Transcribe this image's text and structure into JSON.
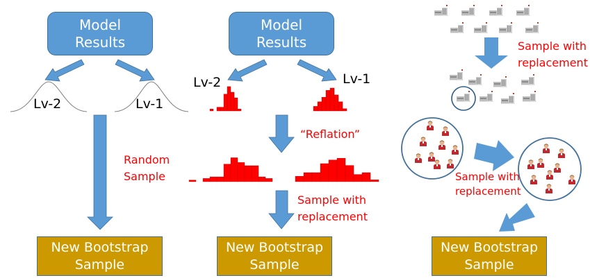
{
  "panels": {
    "left": {
      "model_box": {
        "line1": "Model",
        "line2": "Results"
      },
      "dist_labels": [
        "Lv-2",
        "Lv-1"
      ],
      "arrow_label": {
        "line1": "Random",
        "line2": "Sample"
      },
      "output_box": {
        "line1": "New Bootstrap",
        "line2": "Sample"
      }
    },
    "middle": {
      "model_box": {
        "line1": "Model",
        "line2": "Results"
      },
      "dist_labels": [
        "Lv-2",
        "Lv-1"
      ],
      "reflation_label": "“Reflation”",
      "sample_label": {
        "line1": "Sample with",
        "line2": "replacement"
      },
      "output_box": {
        "line1": "New Bootstrap",
        "line2": "Sample"
      }
    },
    "right": {
      "sample_label_top": {
        "line1": "Sample with",
        "line2": "replacement"
      },
      "sample_label_mid": {
        "line1": "Sample with",
        "line2": "replacement"
      },
      "output_box": {
        "line1": "New Bootstrap",
        "line2": "Sample"
      },
      "building_icon": "factory-building-icon",
      "person_icon": "person-icon"
    }
  },
  "histograms": {
    "small_lv2": [
      1,
      0,
      2,
      2,
      9,
      13,
      10,
      7,
      1
    ],
    "small_lv1": [
      2,
      4,
      6,
      9,
      10,
      7,
      4,
      1
    ],
    "large_lv2": [
      1,
      0,
      2,
      3,
      3,
      11,
      15,
      12,
      10,
      10,
      3,
      2
    ],
    "large_lv1": [
      3,
      5,
      5,
      10,
      12,
      13,
      9,
      4,
      5,
      1
    ]
  },
  "colors": {
    "arrow_blue": "#5b9bd5",
    "arrow_border": "#41719c",
    "box_gold": "#cc9900",
    "histogram_red": "#ff0000",
    "label_red": "#ff0000",
    "circle_stroke": "#41719c"
  }
}
